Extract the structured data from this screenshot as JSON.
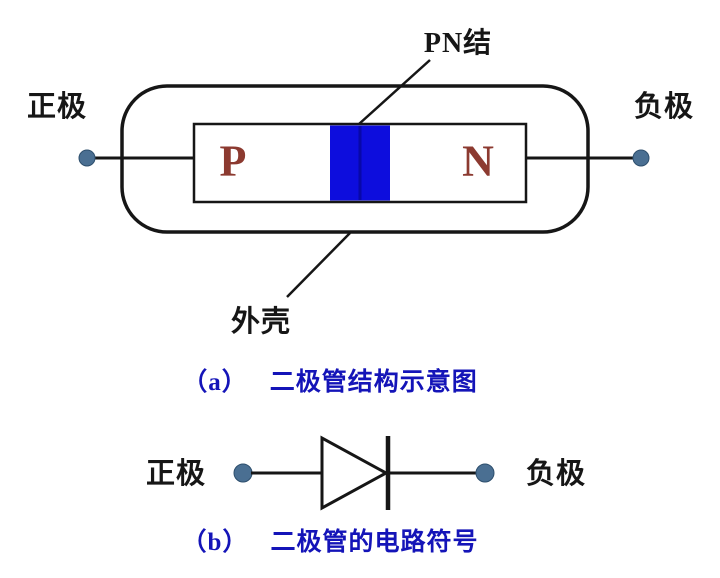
{
  "colors": {
    "line_black": "#161616",
    "junction_blue": "#0d0ddd",
    "junction_divider_blue": "#0808a8",
    "caption_blue": "#1414b8",
    "region_letter_red": "#8c3a30",
    "terminal_dot": "#4a6f92"
  },
  "section_a": {
    "pn_junction_label": "PN结",
    "anode_label": "正极",
    "cathode_label": "负极",
    "p_region_label": "P",
    "n_region_label": "N",
    "case_label": "外壳",
    "caption_prefix": "（a）",
    "caption_text": "二极管结构示意图"
  },
  "section_b": {
    "anode_label": "正极",
    "cathode_label": "负极",
    "caption_prefix": "（b）",
    "caption_text": "二极管的电路符号"
  }
}
